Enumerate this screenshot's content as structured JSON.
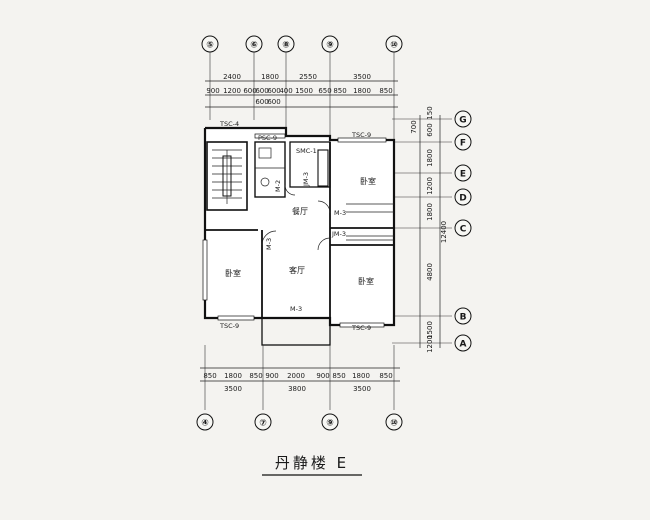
{
  "grid_axes": {
    "top": [
      "⑤",
      "⑥",
      "⑧",
      "⑨",
      "⑩"
    ],
    "bottom": [
      "④",
      "⑦",
      "⑨",
      "⑩"
    ],
    "right": [
      "G",
      "F",
      "E",
      "D",
      "C",
      "B",
      "A"
    ]
  },
  "dimensions": {
    "top_overall": [
      "2400",
      "1800",
      "2550",
      "3500"
    ],
    "top_detail": [
      "900",
      "1200",
      "600",
      "600",
      "600",
      "400",
      "1500",
      "650",
      "850",
      "1800",
      "850"
    ],
    "top_sub": [
      "600",
      "600"
    ],
    "bottom_detail": [
      "850",
      "1800",
      "850",
      "900",
      "2000",
      "900",
      "850",
      "1800",
      "850"
    ],
    "bottom_overall": [
      "3500",
      "3800",
      "3500"
    ],
    "right_detail": [
      "700",
      "600",
      "150",
      "1800",
      "1200",
      "1800",
      "4800",
      "1500",
      "1200"
    ],
    "right_total": "12400"
  },
  "rooms": {
    "bedroom_ne": "卧室",
    "bedroom_w": "卧室",
    "bedroom_se": "卧室",
    "dining": "餐厅",
    "living": "客厅"
  },
  "tags": {
    "tsc4": "TSC-4",
    "psc9": "PSC-9",
    "tsc9_top": "TSC-9",
    "smc1": "SMC-1",
    "m2": "M-2",
    "m3_a": "M-3",
    "m3_b": "M-3",
    "m3_c": "M-3",
    "jm3_a": "JM-3",
    "tsc9_bl": "TSC-9",
    "tsc9_br": "TSC-9",
    "jm3_b": "JM-3"
  },
  "title": "丹静楼 E"
}
